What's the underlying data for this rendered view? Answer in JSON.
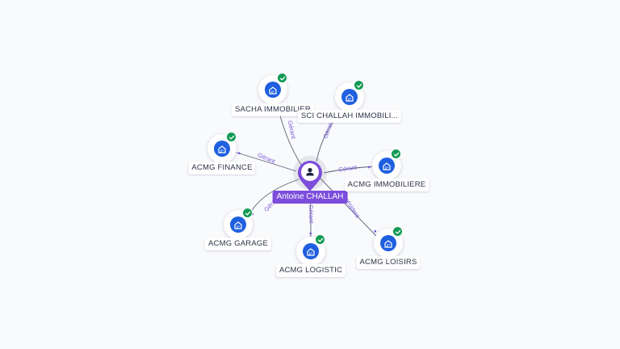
{
  "colors": {
    "person_accent": "#7c4ddb",
    "company_blue": "#1f5fe0",
    "verified_green": "#139a54",
    "edge_line": "#5b6178",
    "edge_label": "#7c5ad8"
  },
  "center": {
    "name": "Antoine CHALLAH",
    "icon": "person-icon"
  },
  "companies": [
    {
      "name": "SACHA IMMOBILIER",
      "icon": "building-icon",
      "verified": true,
      "role": "Gérant"
    },
    {
      "name": "SCI CHALLAH IMMOBILI...",
      "icon": "building-icon",
      "verified": true,
      "role": "Gérant"
    },
    {
      "name": "ACMG FINANCE",
      "icon": "building-icon",
      "verified": true,
      "role": "Gérant"
    },
    {
      "name": "ACMG IMMOBILIERE",
      "icon": "building-icon",
      "verified": true,
      "role": "Gérant"
    },
    {
      "name": "ACMG GARAGE",
      "icon": "building-icon",
      "verified": true,
      "role": "Gérant"
    },
    {
      "name": "ACMG LOGISTIC",
      "icon": "building-icon",
      "verified": true,
      "role": "Gérant"
    },
    {
      "name": "ACMG LOISIRS",
      "icon": "building-icon",
      "verified": true,
      "role": "Président"
    }
  ]
}
